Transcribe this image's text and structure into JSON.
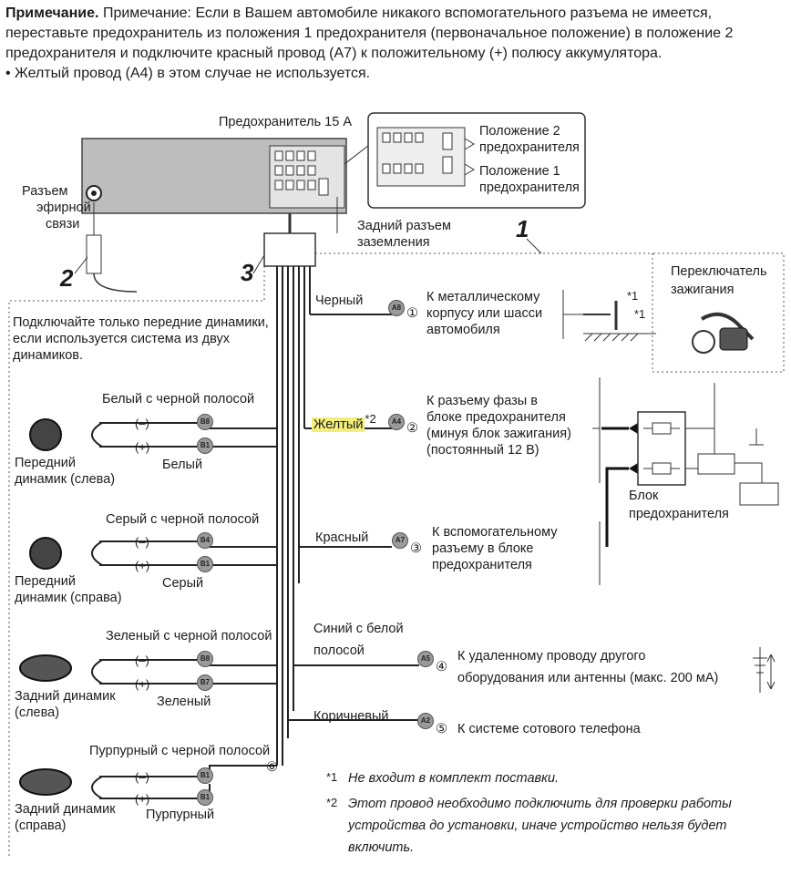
{
  "note": {
    "label": "Примечание.",
    "text": "Примечание: Если в Вашем автомобиле никакого вспомогательного разъема не имеется, переставьте предохранитель из положения 1 предохранителя (первоначальное положение) в положение 2 предохранителя и подключите красный провод (A7) к положительному (+) полюсу аккумулятора.",
    "bullet": "•  Желтый провод (A4) в этом случае не используется."
  },
  "head_unit": {
    "fuse_label": "Предохранитель 15 А",
    "antenna_label": [
      "Разъем",
      "эфирной",
      "связи"
    ],
    "ground_label": [
      "Задний разъем",
      "заземления"
    ],
    "fuse_pos2": [
      "Положение 2",
      "предохранителя"
    ],
    "fuse_pos1": [
      "Положение 1",
      "предохранителя"
    ]
  },
  "callouts": {
    "n1": "1",
    "n2": "2",
    "n3": "3"
  },
  "speakers_note": [
    "Подключайте только передние динамики,",
    "если используется система из двух",
    "динамиков."
  ],
  "speakers": [
    {
      "top_wire": "Белый с черной полосой",
      "bottom_wire": "Белый",
      "pin_top": "B8",
      "pin_bottom": "B1",
      "name": [
        "Передний",
        "динамик (слева)"
      ]
    },
    {
      "top_wire": "Серый с черной полосой",
      "bottom_wire": "Серый",
      "pin_top": "B4",
      "pin_bottom": "B1",
      "name": [
        "Передний",
        "динамик (справа)"
      ]
    },
    {
      "top_wire": "Зеленый с черной полосой",
      "bottom_wire": "Зеленый",
      "pin_top": "B8",
      "pin_bottom": "B7",
      "name": [
        "Задний динамик",
        "(слева)"
      ]
    },
    {
      "top_wire": "Пурпурный с черной полосой",
      "bottom_wire": "Пурпурный",
      "pin_top": "B1",
      "pin_bottom": "B1",
      "name": [
        "Задний динамик",
        "(справа)"
      ]
    }
  ],
  "polarity": {
    "minus": "(–)",
    "plus": "(+)"
  },
  "wires": [
    {
      "num": "①",
      "color": "Черный",
      "pin": "A8",
      "dest": [
        "К металлическому",
        "корпусу или шасси",
        "автомобиля"
      ]
    },
    {
      "num": "②",
      "color": "Желтый",
      "mark": "*2",
      "pin": "A4",
      "dest": [
        "К разъему фазы в",
        "блоке предохранителя",
        "(минуя блок зажигания)",
        "(постоянный 12 В)"
      ]
    },
    {
      "num": "③",
      "color": "Красный",
      "pin": "A7",
      "dest": [
        "К вспомогательному",
        "разъему в блоке",
        "предохранителя"
      ]
    },
    {
      "num": "④",
      "color": [
        "Синий с белой",
        "полосой"
      ],
      "pin": "A5",
      "dest": [
        "К удаленному проводу другого",
        "оборудования или антенны (макс. 200 мА)"
      ]
    },
    {
      "num": "⑤",
      "color": "Коричневый",
      "pin": "A2",
      "dest": [
        "К системе сотового телефона"
      ]
    }
  ],
  "six": "⑥",
  "ignition": [
    "Переключатель",
    "зажигания"
  ],
  "ground_marks": {
    "m1": "*1",
    "m2": "*1"
  },
  "fuse_block": [
    "Блок",
    "предохранителя"
  ],
  "footnotes": [
    {
      "mark": "*1",
      "text": [
        "Не входит в комплект поставки."
      ]
    },
    {
      "mark": "*2",
      "text": [
        "Этот провод необходимо подключить для проверки работы",
        "устройства до установки, иначе устройство нельзя будет",
        "включить."
      ]
    }
  ]
}
